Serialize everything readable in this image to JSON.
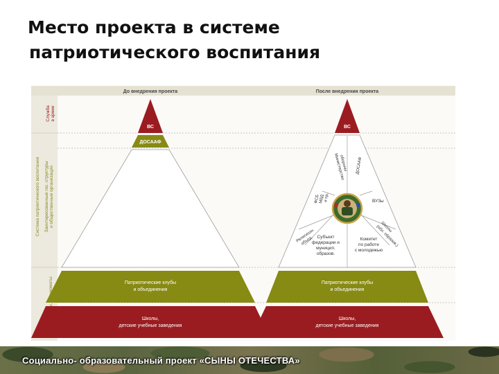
{
  "slide": {
    "title_line1": "Место проекта в системе",
    "title_line2": "патриотического воспитания",
    "footer": "Социально- образовательный проект «СЫНЫ ОТЕЧЕСТВА»"
  },
  "diagram": {
    "header_left": "До внедрения проекта",
    "header_right": "После внедрения проекта",
    "side_labels": {
      "army_line1": "Служба",
      "army_line2": "в армии",
      "system": "Система патриотического воспитания",
      "interested_line1": "Заинтересованные гос. структуры",
      "interested_line2": "и общественные организации",
      "schools": "Школы, ВУЗы, военкоматы"
    },
    "left": {
      "top": "ВС",
      "mid": "ДОСААФ",
      "clubs_line1": "Патриотические клубы",
      "clubs_line2": "и объединения",
      "schools_line1": "Школы,",
      "schools_line2": "детские учебные заведения"
    },
    "right": {
      "top": "ВС",
      "ministry_line1": "Министерство",
      "ministry_line2": "обороны",
      "dosaaf": "ДОСААФ",
      "fsb_line1": "ФСБ",
      "fsb_line2": "МВД",
      "fsb_line3": "и пр.",
      "vuzy": "ВУЗы",
      "religious_line1": "Религиозн.",
      "religious_line2": "объед.",
      "schools_obl_line1": "Школы",
      "schools_obl_line2": "(обл. образов.)",
      "subject_line1": "Субъект",
      "subject_line2": "федерации и",
      "subject_line3": "муницип.",
      "subject_line4": "образов.",
      "committee_line1": "Комитет",
      "committee_line2": "по работе",
      "committee_line3": "с молодежью",
      "clubs_line1": "Патриотические клубы",
      "clubs_line2": "и объединения",
      "schools_line1": "Школы,",
      "schools_line2": "детские учебные заведения"
    },
    "colors": {
      "red": "#9b1c20",
      "olive": "#878a13",
      "header_band": "#e6e2d3",
      "side_band": "#ece9de"
    }
  }
}
